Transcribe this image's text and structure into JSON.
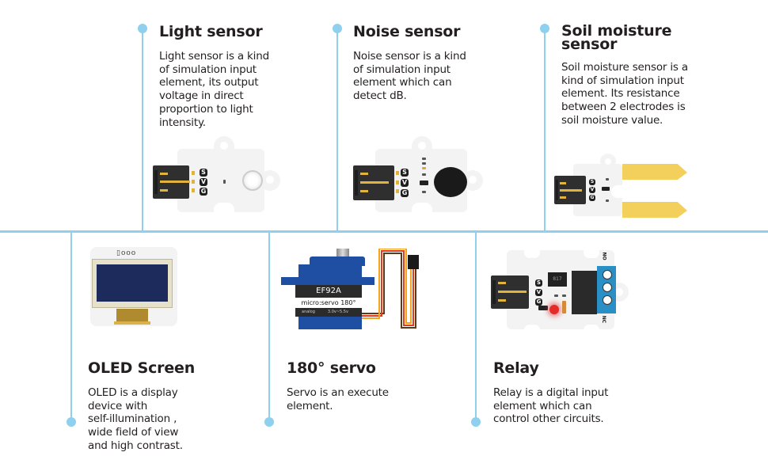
{
  "colors": {
    "timeline": "#8fd0ee",
    "text": "#231f20",
    "connector": "#2f2f2f",
    "gold_pin": "#e2b33c",
    "board": "#f3f3f3",
    "oled_screen": "#1d2a5c",
    "servo_blue": "#1f4fa3",
    "terminal_blue": "#2a8fc5",
    "led_red": "#e52a2a",
    "probe_yellow": "#f3cf5c"
  },
  "top_row": [
    {
      "title": "Light sensor",
      "description": [
        "Light sensor is a kind",
        "of simulation input",
        "element, its output",
        "voltage in direct",
        "proportion to light",
        "intensity."
      ],
      "pin_labels": [
        "S",
        "V",
        "G"
      ],
      "icon": "light-sensor-module-icon"
    },
    {
      "title": "Noise sensor",
      "description": [
        "Noise sensor is a kind",
        "of simulation input",
        "element which can",
        "detect dB."
      ],
      "pin_labels": [
        "S",
        "V",
        "G"
      ],
      "icon": "noise-sensor-module-icon"
    },
    {
      "title_lines": [
        "Soil moisture",
        "sensor"
      ],
      "description": [
        "Soil moisture sensor is a",
        "kind of simulation input",
        "element. Its resistance",
        "between 2 electrodes is",
        "soil moisture value."
      ],
      "pin_labels": [
        "S",
        "V",
        "G"
      ],
      "icon": "soil-moisture-sensor-module-icon"
    }
  ],
  "bottom_row": [
    {
      "title": "OLED Screen",
      "description": [
        "OLED is a display",
        "device with",
        "self-illumination ,",
        "wide field of view",
        "and high contrast."
      ],
      "icon": "oled-screen-module-icon"
    },
    {
      "title": "180° servo",
      "description": [
        "Servo is an execute",
        "element."
      ],
      "servo_label": {
        "model": "EF92A",
        "name": "micro:servo",
        "angle": "180°",
        "type": "analog",
        "voltage": "3.0v~5.5v"
      },
      "icon": "servo-motor-icon"
    },
    {
      "title": "Relay",
      "description": [
        "Relay is a digital input",
        "element which can",
        "control other circuits."
      ],
      "pin_labels": [
        "S",
        "V",
        "G"
      ],
      "chip_label": "817",
      "terminal_labels": [
        "NO",
        "NC"
      ],
      "icon": "relay-module-icon"
    }
  ]
}
